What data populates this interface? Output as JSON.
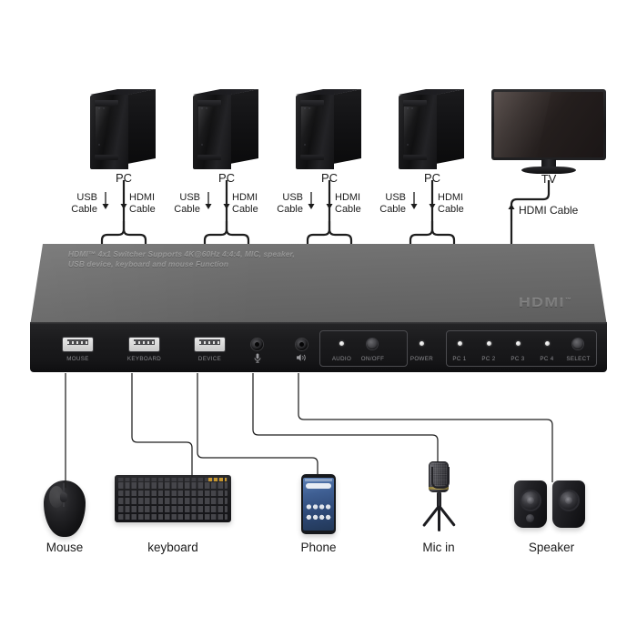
{
  "diagram": {
    "title": "HDMI 4x1 Switcher connection diagram",
    "colors": {
      "background": "#ffffff",
      "device_top": "#6b6b6b",
      "device_front": "#1a1a1a",
      "wire": "#1e1e1e",
      "text": "#1b1b1b",
      "panel_text": "#8e8e92",
      "mic_band": "#c3ae5e",
      "phone_screen": "#3f5f93"
    }
  },
  "sources": [
    {
      "label": "PC",
      "usb_cable": "USB\nCable",
      "hdmi_cable": "HDMI\nCable"
    },
    {
      "label": "PC",
      "usb_cable": "USB\nCable",
      "hdmi_cable": "HDMI\nCable"
    },
    {
      "label": "PC",
      "usb_cable": "USB\nCable",
      "hdmi_cable": "HDMI\nCable"
    },
    {
      "label": "PC",
      "usb_cable": "USB\nCable",
      "hdmi_cable": "HDMI\nCable"
    }
  ],
  "cable_labels": {
    "usb_line1": "USB",
    "usb_line2": "Cable",
    "hdmi_line1": "HDMI",
    "hdmi_line2": "Cable"
  },
  "display": {
    "label": "TV",
    "cable_label": "HDMI Cable",
    "arrow": "↑"
  },
  "device": {
    "banner_line1": "HDMI™ 4x1 Switcher Supports 4K@60Hz 4:4:4, MIC, speaker,",
    "banner_line2": "USB device, keyboard and mouse Function",
    "logo": "HDMI",
    "logo_tm": "™",
    "front_panel": {
      "usb_ports": [
        {
          "label": "MOUSE"
        },
        {
          "label": "KEYBOARD"
        },
        {
          "label": "DEVICE"
        }
      ],
      "jacks": [
        {
          "label": "",
          "icon": "microphone-icon",
          "glyph": "Ἲ4"
        },
        {
          "label": "",
          "icon": "speaker-icon",
          "glyph": "◂"
        }
      ],
      "audio_group": {
        "audio_led_label": "AUDIO",
        "onoff_button_label": "ON/OFF"
      },
      "power_led_label": "POWER",
      "pc_group": {
        "leds": [
          {
            "label": "PC 1"
          },
          {
            "label": "PC 2"
          },
          {
            "label": "PC 3"
          },
          {
            "label": "PC 4"
          }
        ],
        "select_button_label": "SELECT"
      }
    }
  },
  "peripherals": [
    {
      "label": "Mouse",
      "icon": "mouse-icon"
    },
    {
      "label": "keyboard",
      "icon": "keyboard-icon"
    },
    {
      "label": "Phone",
      "icon": "phone-icon"
    },
    {
      "label": "Mic in",
      "icon": "microphone-icon"
    },
    {
      "label": "Speaker",
      "icon": "speaker-icon"
    }
  ]
}
